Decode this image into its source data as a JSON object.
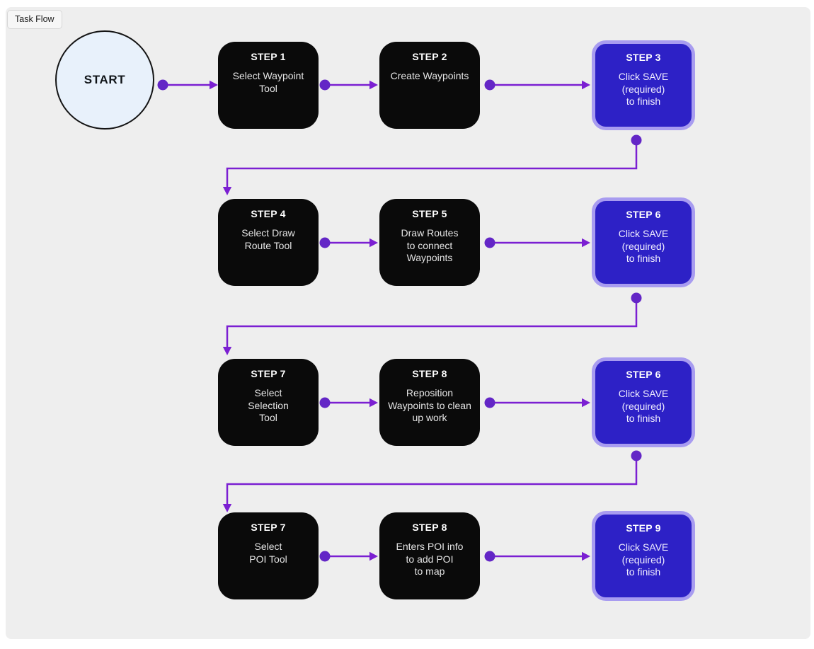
{
  "section_label": "Task Flow",
  "start_label": "START",
  "colors": {
    "canvas_bg": "#eeeeee",
    "node_black": "#0a0a0a",
    "save_fill": "#2d21c6",
    "save_border": "#a89cf0",
    "start_fill": "#e8f1fb",
    "arrow": "#7b1fd2",
    "dot": "#6326c6"
  },
  "rows": [
    {
      "steps": [
        {
          "title": "STEP 1",
          "body": "Select Waypoint\nTool",
          "type": "task"
        },
        {
          "title": "STEP 2",
          "body": "Create Waypoints",
          "type": "task"
        },
        {
          "title": "STEP 3",
          "body": "Click SAVE\n(required)\nto finish",
          "type": "save"
        }
      ]
    },
    {
      "steps": [
        {
          "title": "STEP 4",
          "body": "Select Draw\nRoute Tool",
          "type": "task"
        },
        {
          "title": "STEP 5",
          "body": "Draw Routes\nto connect\nWaypoints",
          "type": "task"
        },
        {
          "title": "STEP 6",
          "body": "Click SAVE\n(required)\nto finish",
          "type": "save"
        }
      ]
    },
    {
      "steps": [
        {
          "title": "STEP 7",
          "body": "Select\nSelection\nTool",
          "type": "task"
        },
        {
          "title": "STEP 8",
          "body": "Reposition\nWaypoints to clean\nup work",
          "type": "task"
        },
        {
          "title": "STEP 6",
          "body": "Click SAVE\n(required)\nto finish",
          "type": "save"
        }
      ]
    },
    {
      "steps": [
        {
          "title": "STEP 7",
          "body": "Select\nPOI Tool",
          "type": "task"
        },
        {
          "title": "STEP 8",
          "body": "Enters POI info\nto add POI\nto map",
          "type": "task"
        },
        {
          "title": "STEP 9",
          "body": "Click SAVE\n(required)\nto finish",
          "type": "save"
        }
      ]
    }
  ]
}
